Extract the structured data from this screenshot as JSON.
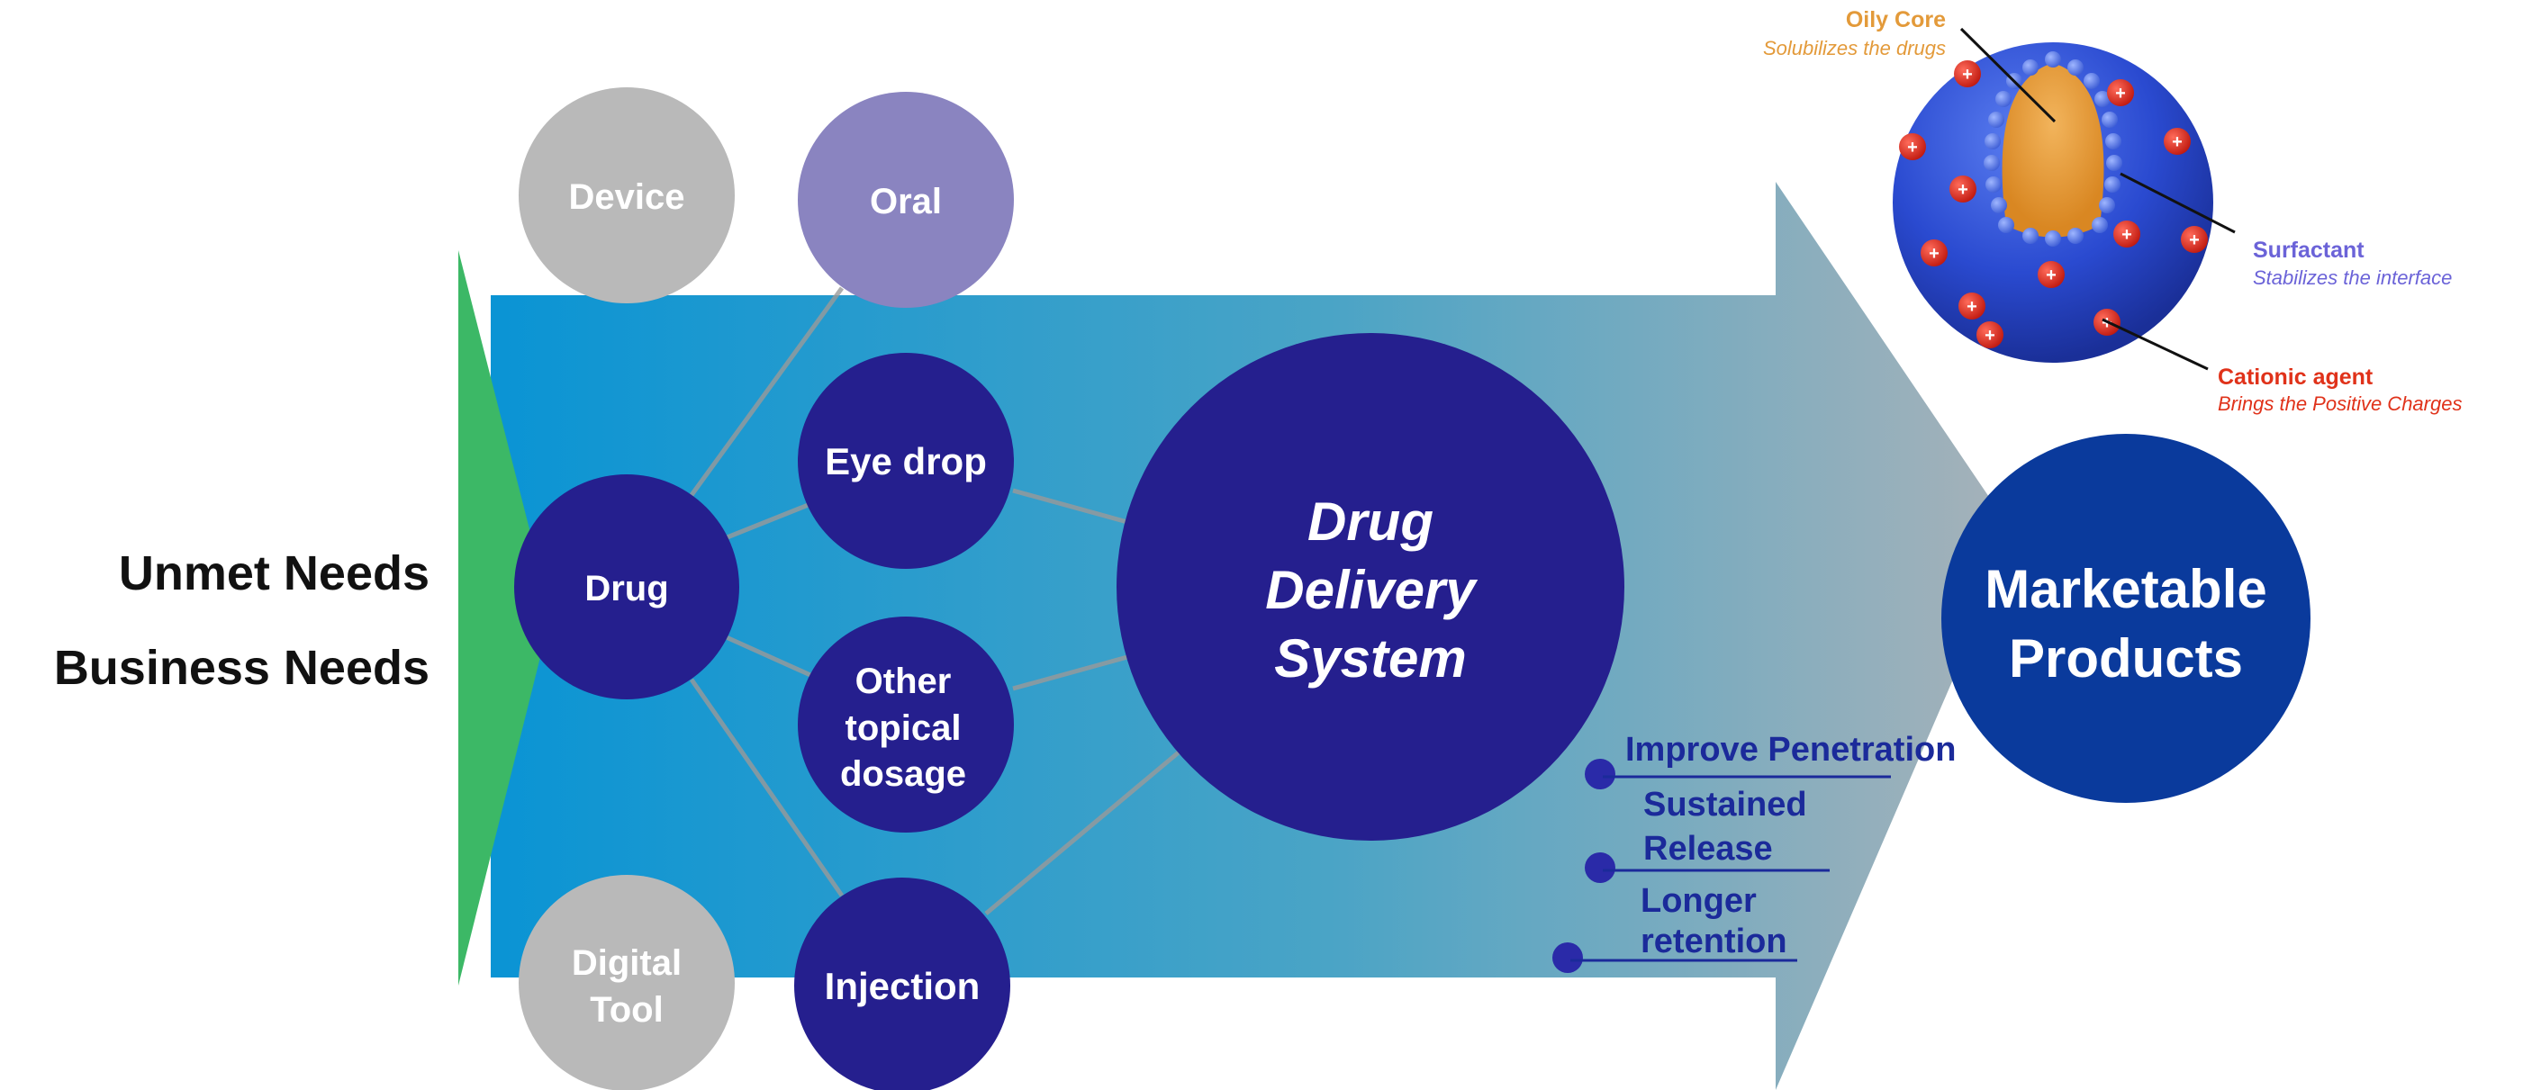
{
  "left_labels": {
    "unmet_needs": "Unmet Needs",
    "business_needs": "Business Needs"
  },
  "nodes": {
    "device": "Device",
    "oral": "Oral",
    "drug": "Drug",
    "eye_drop": "Eye drop",
    "other_topical": [
      "Other",
      "topical",
      "dosage"
    ],
    "digital_tool": [
      "Digital",
      "Tool"
    ],
    "injection": "Injection",
    "dds": [
      "Drug",
      "Delivery",
      "System"
    ],
    "marketable": [
      "Marketable",
      "Products"
    ]
  },
  "benefits": {
    "penetration": "Improve Penetration",
    "sustained": [
      "Sustained",
      "Release"
    ],
    "retention": [
      "Longer",
      "retention"
    ]
  },
  "particle": {
    "oily_core_title": "Oily Core",
    "oily_core_desc": "Solubilizes the drugs",
    "surfactant_title": "Surfactant",
    "surfactant_desc": "Stabilizes the interface",
    "cationic_title": "Cationic agent",
    "cationic_desc": "Brings the Positive Charges",
    "charge_symbol": "+"
  },
  "colors": {
    "navy": "#251f8e",
    "market_blue": "#0a3a9c",
    "grey_circle": "#b9b9b9",
    "oral_purple": "#8a84c0",
    "green_arrow": "#3cb866",
    "arrow_start": "#0a94d4",
    "arrow_end": "#a7b2b9",
    "oily_orange": "#e39a3a",
    "surfactant_purple": "#6b63d8",
    "cationic_red": "#e0321a",
    "benefit_text": "#1b2a9a"
  }
}
